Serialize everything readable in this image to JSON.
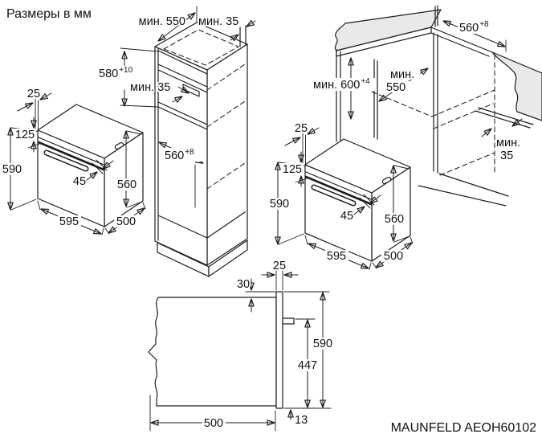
{
  "title": "Размеры в мм",
  "footer_model": "MAUNFELD AEOH60102",
  "colors": {
    "line": "#1c1c1c",
    "shade": "#e9e9e9",
    "background": "#ffffff"
  },
  "tall_cabinet": {
    "min_top_depth": "мин. 550",
    "min_top_back_gap": "мин. 35",
    "niche_height": "580",
    "niche_height_tol": "+10",
    "min_shelf_gap": "мин. 35",
    "niche_width": "560",
    "niche_width_tol": "+8"
  },
  "base_cabinet": {
    "niche_width": "560",
    "niche_width_tol": "+8",
    "min_niche_height": "мин. 600",
    "min_niche_height_tol": "+4",
    "min_depth_label": "мин.",
    "min_depth_value": "550",
    "min_back_gap_label": "мин.",
    "min_back_gap_value": "35"
  },
  "oven": {
    "front_overlap": "25",
    "control_panel_height": "125",
    "front_height": "590",
    "handle_depth": "45",
    "body_height": "560",
    "front_width": "595",
    "body_depth": "500"
  },
  "side_view": {
    "door_thickness": "25",
    "top_clearance": "30",
    "door_height": "590",
    "lower_door_height": "447",
    "bottom_overhang": "13",
    "body_depth": "500"
  }
}
